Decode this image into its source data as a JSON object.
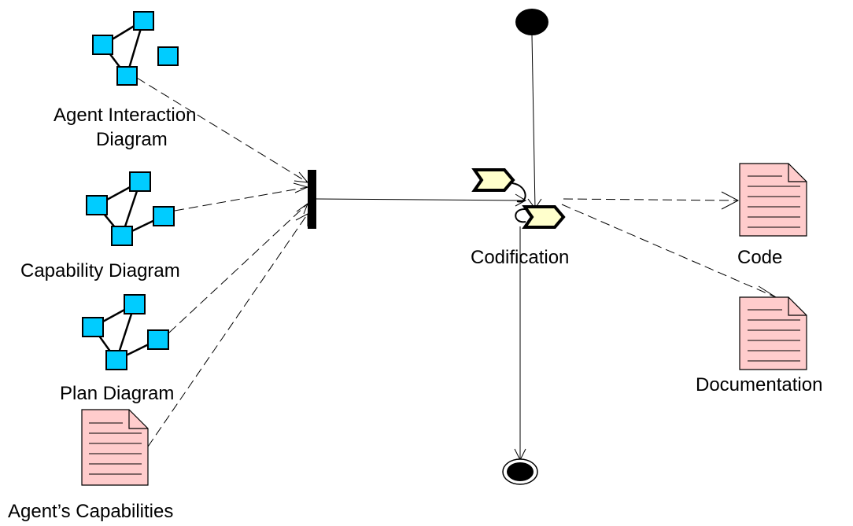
{
  "inputs": {
    "agent_interaction_diagram": {
      "label_line1": "Agent Interaction",
      "label_line2": "Diagram"
    },
    "capability_diagram": {
      "label": "Capability Diagram"
    },
    "plan_diagram": {
      "label": "Plan Diagram"
    },
    "agents_capabilities": {
      "label": "Agent’s Capabilities"
    }
  },
  "activity": {
    "label": "Codification"
  },
  "outputs": {
    "code": {
      "label": "Code"
    },
    "documentation": {
      "label": "Documentation"
    }
  },
  "colors": {
    "diagram_node_fill": "#00ccff",
    "document_fill": "#ffcccc",
    "activity_fill": "#ffffcc",
    "stroke": "#000000"
  }
}
